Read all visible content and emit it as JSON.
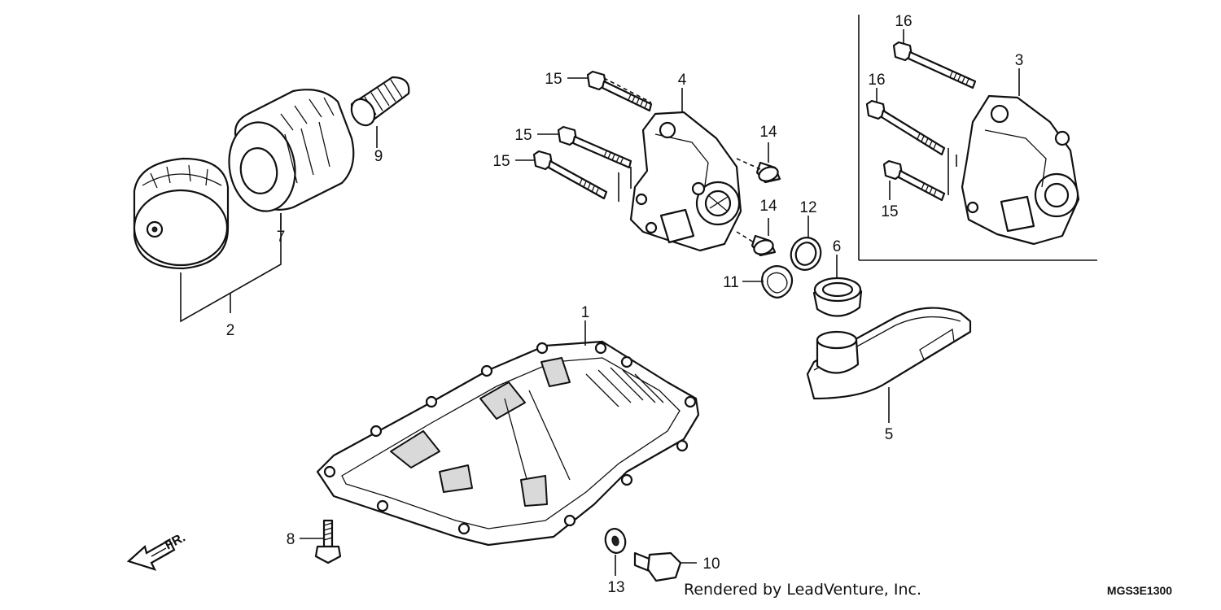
{
  "callouts": {
    "c1": "1",
    "c2": "2",
    "c3": "3",
    "c4": "4",
    "c5": "5",
    "c6": "6",
    "c7": "7",
    "c8": "8",
    "c9": "9",
    "c10": "10",
    "c11": "11",
    "c12": "12",
    "c13": "13",
    "c14a": "14",
    "c14b": "14",
    "c15a": "15",
    "c15b": "15",
    "c15c": "15",
    "c15d": "15",
    "c16a": "16",
    "c16b": "16"
  },
  "direction_label": "FR.",
  "footer": {
    "rendered_by": "Rendered by LeadVenture, Inc.",
    "diagram_code": "MGS3E1300"
  },
  "icons": {
    "direction": "front-arrow-icon"
  }
}
